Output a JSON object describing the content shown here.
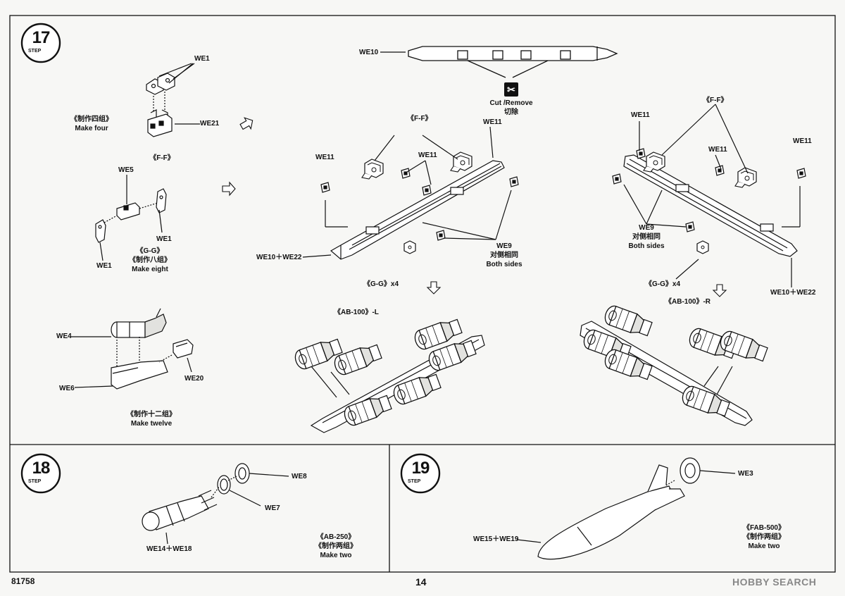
{
  "steps": [
    {
      "number": "17",
      "word": "STEP"
    },
    {
      "number": "18",
      "word": "STEP"
    },
    {
      "number": "19",
      "word": "STEP"
    }
  ],
  "parts": {
    "we1_a": "WE1",
    "we21": "WE21",
    "we5": "WE5",
    "we1_b": "WE1",
    "we1_c": "WE1",
    "we4": "WE4",
    "we6": "WE6",
    "we20": "WE20",
    "we10": "WE10",
    "we11_a": "WE11",
    "we11_b": "WE11",
    "we11_c": "WE11",
    "we11_d": "WE11",
    "we11_e": "WE11",
    "we11_f": "WE11",
    "we10_we22_a": "WE10＋WE22",
    "we10_we22_b": "WE10＋WE22",
    "we9_a": "WE9",
    "we9_b": "WE9",
    "ff_a": "《F-F》",
    "ff_b": "《F-F》",
    "gg_a": "《G-G》x4",
    "gg_b": "《G-G》x4",
    "we8": "WE8",
    "we7": "WE7",
    "we14_we18": "WE14＋WE18",
    "we3": "WE3",
    "we15_we19": "WE15＋WE19"
  },
  "captions": {
    "ff_group": {
      "cn": "《制作四组》",
      "en": "Make four"
    },
    "ff_title": "《F-F》",
    "gg_group": {
      "title": "《G-G》",
      "cn": "《制作八组》",
      "en": "Make eight"
    },
    "twelve": {
      "cn": "《制作十二组》",
      "en": "Make twelve"
    },
    "both_sides_a": {
      "cn": "对侧相同",
      "en": "Both sides"
    },
    "both_sides_b": {
      "cn": "对侧相同",
      "en": "Both sides"
    },
    "ab100_l": "《AB-100》-L",
    "ab100_r": "《AB-100》-R",
    "ab250": {
      "title": "《AB-250》",
      "cn": "《制作两组》",
      "en": "Make two"
    },
    "fab500": {
      "title": "《FAB-500》",
      "cn": "《制作两组》",
      "en": "Make two"
    }
  },
  "cut": {
    "icon": "cut-remove-icon",
    "en": "Cut /Remove",
    "cn": "切除"
  },
  "footer": {
    "product_code": "81758",
    "page_number": "14",
    "watermark": "HOBBY SEARCH"
  },
  "colors": {
    "ink": "#111111",
    "paper": "#f7f7f5",
    "fill_light": "#ffffff",
    "fill_shade": "#d9d9d6"
  }
}
